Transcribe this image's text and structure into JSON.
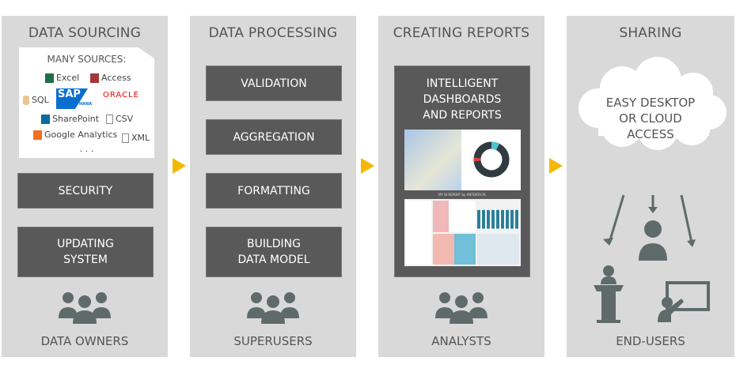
{
  "columns": [
    {
      "title": "DATA SOURCING",
      "footer": "DATA OWNERS",
      "sources": {
        "heading": "MANY SOURCES:",
        "items": [
          "Excel",
          "Access",
          "SQL",
          "SAP",
          "HANA",
          "ORACLE",
          "SharePoint",
          "CSV",
          "Google Analytics",
          "XML"
        ],
        "more": ". . ."
      },
      "boxes": [
        "SECURITY",
        "UPDATING SYSTEM"
      ]
    },
    {
      "title": "DATA PROCESSING",
      "footer": "SUPERUSERS",
      "boxes": [
        "VALIDATION",
        "AGGREGATION",
        "FORMATTING",
        "BUILDING DATA MODEL"
      ]
    },
    {
      "title": "CREATING REPORTS",
      "footer": "ANALYSTS",
      "panel": {
        "title": "INTELLIGENT DASHBOARDS AND REPORTS",
        "report_caption": "MY BI REPORT by ANTDATA.PL"
      }
    },
    {
      "title": "SHARING",
      "footer": "END-USERS",
      "cloud": "EASY DESKTOP OR CLOUD ACCESS"
    }
  ],
  "colors": {
    "panel": "#d9d9d9",
    "box": "#595959",
    "arrow": "#f5b800",
    "icon": "#5f6b6b"
  }
}
